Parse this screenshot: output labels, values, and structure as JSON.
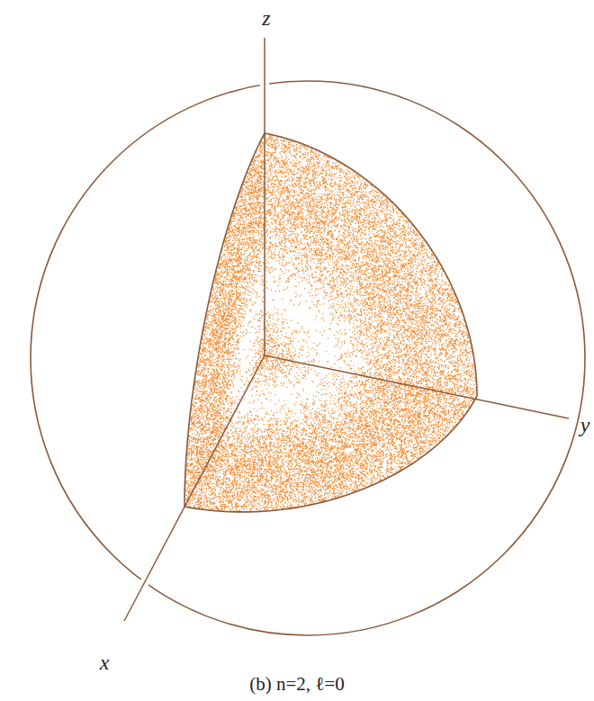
{
  "diagram": {
    "caption": "(b) n=2, ℓ=0",
    "labels": [
      "z",
      "y",
      "x"
    ]
  }
}
